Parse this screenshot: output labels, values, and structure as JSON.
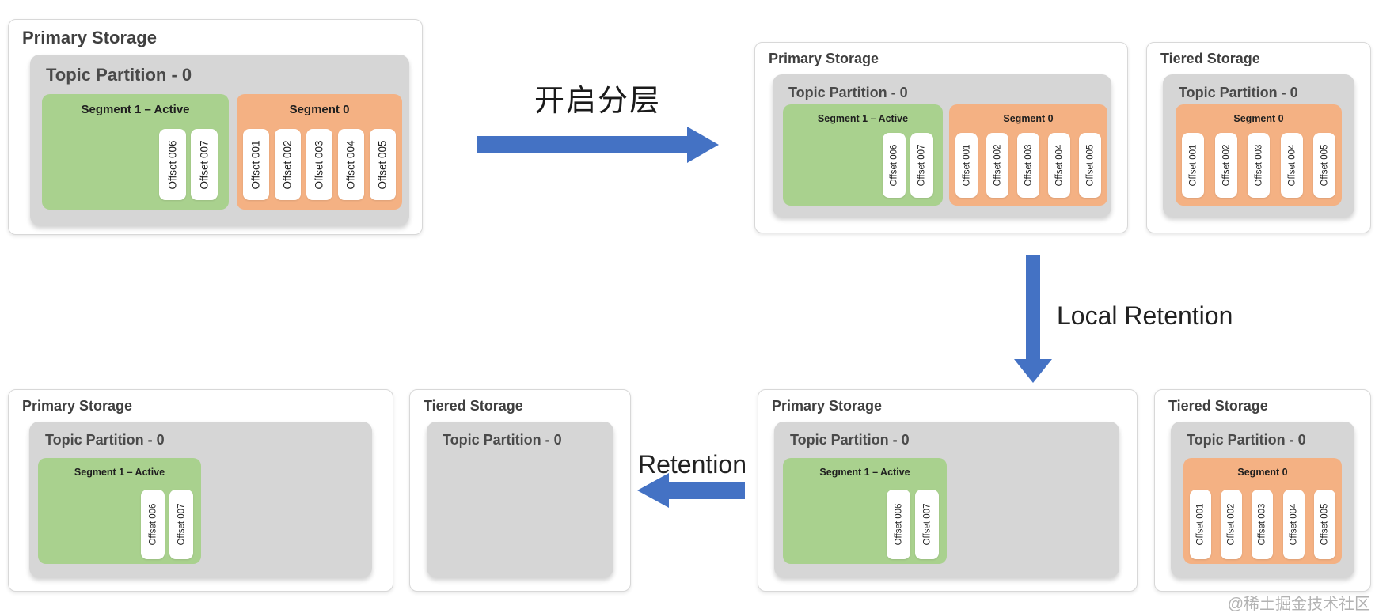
{
  "diagram": {
    "flow_labels": {
      "enable_tiering": "开启分层",
      "local_retention": "Local Retention",
      "retention": "Retention"
    },
    "watermark": "@稀土掘金技术社区",
    "colors": {
      "arrow_blue": "#4472C4",
      "segment_green": "#A9D18E",
      "segment_orange": "#F4B183",
      "partition_grey": "#D6D6D6",
      "panel_background": "#FFFFFF",
      "panel_border": "#D8D8D8",
      "title_text": "#3F3F3F"
    },
    "panels": [
      {
        "title": "Primary Storage",
        "partition": {
          "title": "Topic Partition - 0",
          "segments": [
            {
              "name": "Segment 1 – Active",
              "type": "green",
              "offsets": [
                "Offset 006",
                "Offset 007"
              ]
            },
            {
              "name": "Segment 0",
              "type": "orange",
              "offsets": [
                "Offset 001",
                "Offset 002",
                "Offset 003",
                "Offset 004",
                "Offset 005"
              ]
            }
          ]
        }
      },
      {
        "title": "Primary Storage",
        "partition": {
          "title": "Topic Partition - 0",
          "segments": [
            {
              "name": "Segment 1 – Active",
              "type": "green",
              "offsets": [
                "Offset 006",
                "Offset 007"
              ]
            },
            {
              "name": "Segment 0",
              "type": "orange",
              "offsets": [
                "Offset 001",
                "Offset 002",
                "Offset 003",
                "Offset 004",
                "Offset 005"
              ]
            }
          ]
        }
      },
      {
        "title": "Tiered Storage",
        "partition": {
          "title": "Topic Partition - 0",
          "segments": [
            {
              "name": "Segment 0",
              "type": "orange",
              "offsets": [
                "Offset 001",
                "Offset 002",
                "Offset 003",
                "Offset 004",
                "Offset 005"
              ]
            }
          ]
        }
      },
      {
        "title": "Primary Storage",
        "partition": {
          "title": "Topic Partition - 0",
          "segments": [
            {
              "name": "Segment 1 – Active",
              "type": "green",
              "offsets": [
                "Offset 006",
                "Offset 007"
              ]
            }
          ]
        }
      },
      {
        "title": "Tiered Storage",
        "partition": {
          "title": "Topic Partition - 0",
          "segments": []
        }
      },
      {
        "title": "Primary Storage",
        "partition": {
          "title": "Topic Partition - 0",
          "segments": [
            {
              "name": "Segment 1 – Active",
              "type": "green",
              "offsets": [
                "Offset 006",
                "Offset 007"
              ]
            }
          ]
        }
      },
      {
        "title": "Tiered Storage",
        "partition": {
          "title": "Topic Partition - 0",
          "segments": [
            {
              "name": "Segment 0",
              "type": "orange",
              "offsets": [
                "Offset 001",
                "Offset 002",
                "Offset 003",
                "Offset 004",
                "Offset 005"
              ]
            }
          ]
        }
      }
    ]
  }
}
